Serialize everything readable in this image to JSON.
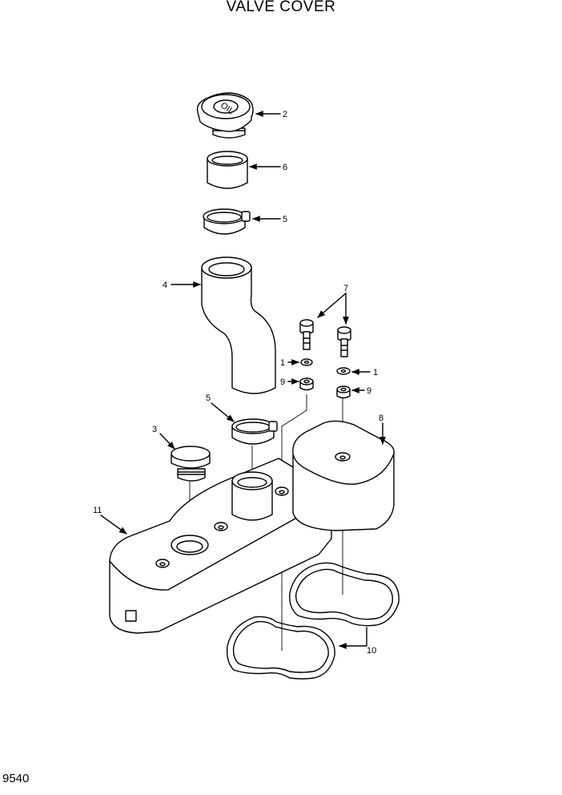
{
  "title": "VALVE COVER",
  "footer_code": "9540",
  "callouts": {
    "oil_cap": "2",
    "sleeve": "6",
    "clamp_upper": "5",
    "hose": "4",
    "bolts": "7",
    "washer_left": "1",
    "washer_right": "1",
    "spacer_left": "9",
    "spacer_right": "9",
    "clamp_lower": "5",
    "plug": "3",
    "small_cover": "8",
    "valve_cover": "11",
    "gaskets": "10"
  },
  "cap_text": "OIL"
}
